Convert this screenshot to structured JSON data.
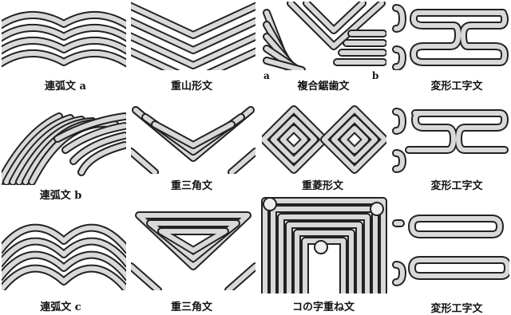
{
  "figure": {
    "captions": {
      "r1c1": "連弧文 a",
      "r1c2": "重山形文",
      "r1c3": "複合鋸歯文",
      "r1c4": "変形工字文",
      "r2c1": "連弧文 b",
      "r2c2": "重三角文",
      "r2c3": "重菱形文",
      "r2c4": "変形工字文",
      "r3c1": "連弧文 c",
      "r3c2": "重三角文",
      "r3c3": "コの字重ね文",
      "r3c4": "変形工字文"
    },
    "corner_labels": {
      "left": "a",
      "right": "b"
    }
  }
}
